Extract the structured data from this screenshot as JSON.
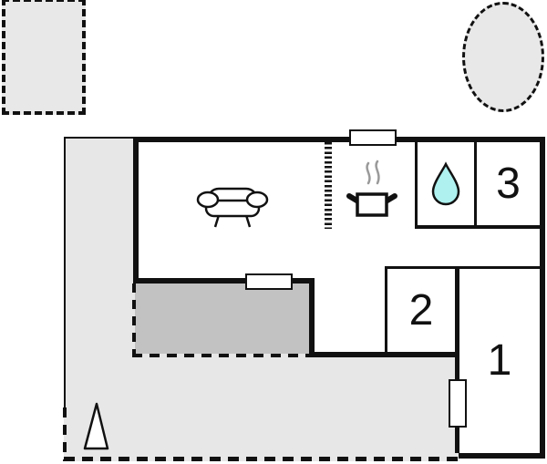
{
  "floorplan": {
    "type": "property floor plan",
    "rooms": [
      {
        "label": "1"
      },
      {
        "label": "2"
      },
      {
        "label": "3"
      }
    ],
    "icons": [
      {
        "name": "sofa-icon",
        "meaning": "living room"
      },
      {
        "name": "steaming-pot-icon",
        "meaning": "kitchen / stove"
      },
      {
        "name": "water-drop-icon",
        "meaning": "bathroom"
      },
      {
        "name": "tree-icon",
        "meaning": "garden"
      }
    ],
    "colors": {
      "wall": "#111111",
      "plot_fill": "#e7e7e7",
      "terrace_fill": "#c2c2c2",
      "outbuilding_fill": "#e8e8e8",
      "water_drop_fill": "#aef1ef",
      "steam": "#9a9a9a"
    }
  }
}
